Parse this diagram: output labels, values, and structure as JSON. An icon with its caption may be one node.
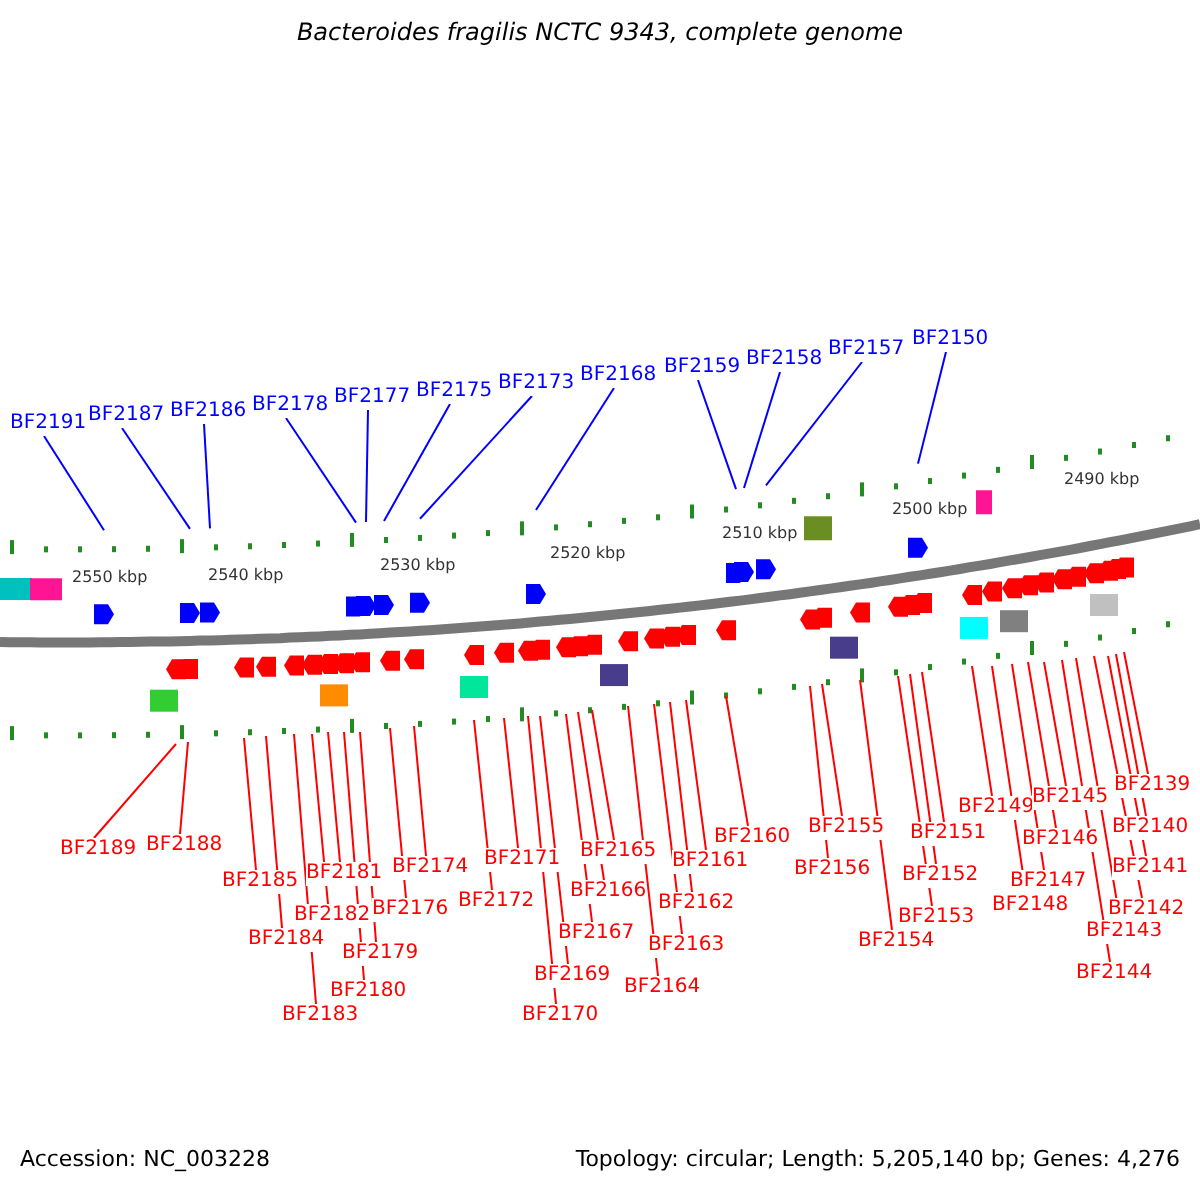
{
  "diagram": {
    "title": "Bacteroides fragilis NCTC 9343, complete genome",
    "nodes": [
      {
        "text": [
          "BF2191"
        ]
      },
      {
        "text": [
          "BF2187"
        ]
      },
      {
        "text": [
          "BF2186"
        ]
      },
      {
        "text": [
          "BF2178"
        ]
      },
      {
        "text": [
          "BF2177"
        ]
      },
      {
        "text": [
          "BF2175"
        ]
      },
      {
        "text": [
          "BF2173"
        ]
      },
      {
        "text": [
          "BF2168"
        ]
      },
      {
        "text": [
          "BF2159"
        ]
      },
      {
        "text": [
          "BF2158"
        ]
      },
      {
        "text": [
          "BF2157"
        ]
      },
      {
        "text": [
          "BF2150"
        ]
      },
      {
        "text": [
          "BF2189"
        ]
      },
      {
        "text": [
          "BF2188"
        ]
      },
      {
        "text": [
          "BF2185"
        ]
      },
      {
        "text": [
          "BF2184"
        ]
      },
      {
        "text": [
          "BF2183"
        ]
      },
      {
        "text": [
          "BF2182"
        ]
      },
      {
        "text": [
          "BF2181"
        ]
      },
      {
        "text": [
          "BF2180"
        ]
      },
      {
        "text": [
          "BF2179"
        ]
      },
      {
        "text": [
          "BF2176"
        ]
      },
      {
        "text": [
          "BF2174"
        ]
      },
      {
        "text": [
          "BF2172"
        ]
      },
      {
        "text": [
          "BF2171"
        ]
      },
      {
        "text": [
          "BF2170"
        ]
      },
      {
        "text": [
          "BF2169"
        ]
      },
      {
        "text": [
          "BF2167"
        ]
      },
      {
        "text": [
          "BF2166"
        ]
      },
      {
        "text": [
          "BF2165"
        ]
      },
      {
        "text": [
          "BF2164"
        ]
      },
      {
        "text": [
          "BF2163"
        ]
      },
      {
        "text": [
          "BF2162"
        ]
      },
      {
        "text": [
          "BF2161"
        ]
      },
      {
        "text": [
          "BF2160"
        ]
      },
      {
        "text": [
          "BF2156"
        ]
      },
      {
        "text": [
          "BF2155"
        ]
      },
      {
        "text": [
          "BF2154"
        ]
      },
      {
        "text": [
          "BF2153"
        ]
      },
      {
        "text": [
          "BF2152"
        ]
      },
      {
        "text": [
          "BF2151"
        ]
      },
      {
        "text": [
          "BF2149"
        ]
      },
      {
        "text": [
          "BF2148"
        ]
      },
      {
        "text": [
          "BF2147"
        ]
      },
      {
        "text": [
          "BF2146"
        ]
      },
      {
        "text": [
          "BF2145"
        ]
      },
      {
        "text": [
          "BF2144"
        ]
      },
      {
        "text": [
          "BF2143"
        ]
      },
      {
        "text": [
          "BF2142"
        ]
      },
      {
        "text": [
          "BF2141"
        ]
      },
      {
        "text": [
          "BF2140"
        ]
      },
      {
        "text": [
          "BF2139"
        ]
      }
    ],
    "edges": [
      {
        "from": 0,
        "to": null,
        "arrow": "none",
        "color": "#0000ff"
      },
      {
        "from": 1,
        "to": null,
        "arrow": "none",
        "color": "#0000ff"
      },
      {
        "from": 2,
        "to": null,
        "arrow": "none",
        "color": "#0000ff"
      },
      {
        "from": 3,
        "to": null,
        "arrow": "none",
        "color": "#0000ff"
      },
      {
        "from": 4,
        "to": null,
        "arrow": "none",
        "color": "#0000ff"
      },
      {
        "from": 5,
        "to": null,
        "arrow": "none",
        "color": "#0000ff"
      },
      {
        "from": 6,
        "to": null,
        "arrow": "none",
        "color": "#0000ff"
      },
      {
        "from": 7,
        "to": null,
        "arrow": "none",
        "color": "#0000ff"
      },
      {
        "from": 8,
        "to": null,
        "arrow": "none",
        "color": "#0000ff"
      },
      {
        "from": 9,
        "to": null,
        "arrow": "none",
        "color": "#0000ff"
      },
      {
        "from": 10,
        "to": null,
        "arrow": "none",
        "color": "#0000ff"
      },
      {
        "from": 11,
        "to": null,
        "arrow": "none",
        "color": "#0000ff"
      },
      {
        "from": 12,
        "to": null,
        "arrow": "none"
      },
      {
        "from": 13,
        "to": null,
        "arrow": "none"
      },
      {
        "from": 14,
        "to": null,
        "arrow": "none"
      },
      {
        "from": 15,
        "to": null,
        "arrow": "none"
      },
      {
        "from": 16,
        "to": null,
        "arrow": "none"
      },
      {
        "from": 17,
        "to": null,
        "arrow": "none"
      },
      {
        "from": 18,
        "to": null,
        "arrow": "none"
      },
      {
        "from": 19,
        "to": null,
        "arrow": "none"
      },
      {
        "from": 20,
        "to": null,
        "arrow": "none"
      },
      {
        "from": 21,
        "to": null,
        "arrow": "none"
      },
      {
        "from": 22,
        "to": null,
        "arrow": "none"
      },
      {
        "from": 23,
        "to": null,
        "arrow": "none"
      },
      {
        "from": 24,
        "to": null,
        "arrow": "none"
      },
      {
        "from": 25,
        "to": null,
        "arrow": "none"
      },
      {
        "from": 26,
        "to": null,
        "arrow": "none"
      },
      {
        "from": 27,
        "to": null,
        "arrow": "none"
      },
      {
        "from": 28,
        "to": null,
        "arrow": "none"
      },
      {
        "from": 29,
        "to": null,
        "arrow": "none"
      },
      {
        "from": 30,
        "to": null,
        "arrow": "none"
      },
      {
        "from": 31,
        "to": null,
        "arrow": "none"
      },
      {
        "from": 32,
        "to": null,
        "arrow": "none"
      },
      {
        "from": 33,
        "to": null,
        "arrow": "none"
      },
      {
        "from": 34,
        "to": null,
        "arrow": "none"
      },
      {
        "from": 35,
        "to": null,
        "arrow": "none"
      },
      {
        "from": 36,
        "to": null,
        "arrow": "none"
      },
      {
        "from": 37,
        "to": null,
        "arrow": "none"
      },
      {
        "from": 38,
        "to": null,
        "arrow": "none"
      },
      {
        "from": 39,
        "to": null,
        "arrow": "none"
      },
      {
        "from": 40,
        "to": null,
        "arrow": "none"
      },
      {
        "from": 41,
        "to": null,
        "arrow": "none"
      },
      {
        "from": 42,
        "to": null,
        "arrow": "none"
      },
      {
        "from": 43,
        "to": null,
        "arrow": "none"
      },
      {
        "from": 44,
        "to": null,
        "arrow": "none"
      },
      {
        "from": 45,
        "to": null,
        "arrow": "none"
      },
      {
        "from": 46,
        "to": null,
        "arrow": "none"
      },
      {
        "from": 47,
        "to": null,
        "arrow": "none"
      },
      {
        "from": 48,
        "to": null,
        "arrow": "none"
      },
      {
        "from": 49,
        "to": null,
        "arrow": "none"
      },
      {
        "from": 50,
        "to": null,
        "arrow": "none"
      },
      {
        "from": 51,
        "to": null,
        "arrow": "none"
      }
    ],
    "labels": [
      "2550 kbp",
      "2540 kbp",
      "2530 kbp",
      "2520 kbp",
      "2510 kbp",
      "2500 kbp",
      "2490 kbp",
      "Accession: NC_003228",
      "Topology: circular; Length: 5,205,140 bp; Genes: 4,276"
    ]
  }
}
